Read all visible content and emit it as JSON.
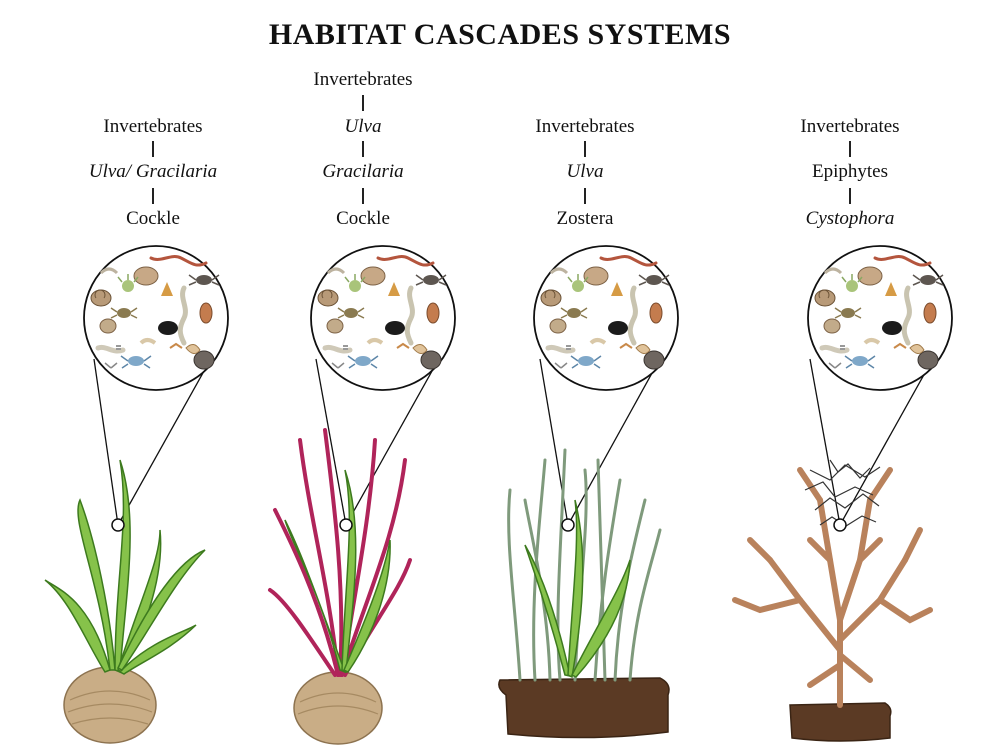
{
  "title": "HABITAT CASCADES SYSTEMS",
  "colors": {
    "ulva": "#86c24a",
    "ulva_dark": "#3d7a1e",
    "gracilaria": "#b0245a",
    "zostera": "#7f9a7c",
    "cystophora": "#b9825c",
    "epiphyte": "#333333",
    "cockle": "#c9ad86",
    "sediment": "#5b3a24"
  },
  "cascades": [
    {
      "levels": [
        {
          "text": "Invertebrates",
          "italic": false
        },
        {
          "text": "Ulva/ Gracilaria",
          "italic": true
        },
        {
          "text": "Cockle",
          "italic": false
        }
      ],
      "icon": "ulva-on-cockle-illustration"
    },
    {
      "levels": [
        {
          "text": "Invertebrates",
          "italic": false
        },
        {
          "text": "Ulva",
          "italic": true
        },
        {
          "text": "Gracilaria",
          "italic": true
        },
        {
          "text": "Cockle",
          "italic": false
        }
      ],
      "icon": "ulva-gracilaria-on-cockle-illustration"
    },
    {
      "levels": [
        {
          "text": "Invertebrates",
          "italic": false
        },
        {
          "text": "Ulva",
          "italic": true
        },
        {
          "text": "Zostera",
          "italic": false
        }
      ],
      "icon": "ulva-in-zostera-illustration"
    },
    {
      "levels": [
        {
          "text": "Invertebrates",
          "italic": false
        },
        {
          "text": "Epiphytes",
          "italic": false
        },
        {
          "text": "Cystophora",
          "italic": true
        }
      ],
      "icon": "epiphytes-on-cystophora-illustration"
    }
  ],
  "invertebrate_icons": [
    "snail-icon",
    "crab-icon",
    "worm-icon",
    "shrimp-icon",
    "mussel-icon",
    "anemone-icon",
    "isopod-icon",
    "amphipod-icon"
  ]
}
